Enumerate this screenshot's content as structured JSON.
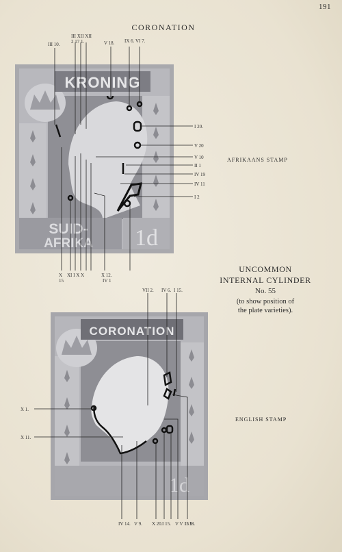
{
  "page": {
    "number": "191",
    "running_title": "CORONATION"
  },
  "captions": {
    "afrikaans": "AFRIKAANS STAMP",
    "english": "ENGLISH STAMP"
  },
  "plate": {
    "heading_line1": "UNCOMMON",
    "heading_line2": "INTERNAL CYLINDER",
    "number": "No. 55",
    "note_line1": "(to show position of",
    "note_line2": "the plate varieties)."
  },
  "afrikaans_stamp": {
    "banner": "KRONING",
    "country_line1": "SUID-",
    "country_line2": "AFRIKA",
    "value": "1d",
    "labels": [
      "III 10.",
      "III XII XII",
      "2 17 1.",
      "V 18.",
      "IX 6.",
      "VI 7.",
      "I 20.",
      "V 20",
      "V 10",
      "II 1",
      "IV 19",
      "IV 11",
      "I 2",
      "X",
      "XI I X X",
      "15",
      "X 12.",
      "IV 1"
    ]
  },
  "english_stamp": {
    "banner": "CORONATION",
    "value": "1d",
    "labels": [
      "VII 2.",
      "IV 6.",
      "I 15.",
      "X 1.",
      "X 11.",
      "IV 14.",
      "V 9.",
      "X 20.",
      "I 15.",
      "V V 15 9.",
      "II 18."
    ]
  }
}
